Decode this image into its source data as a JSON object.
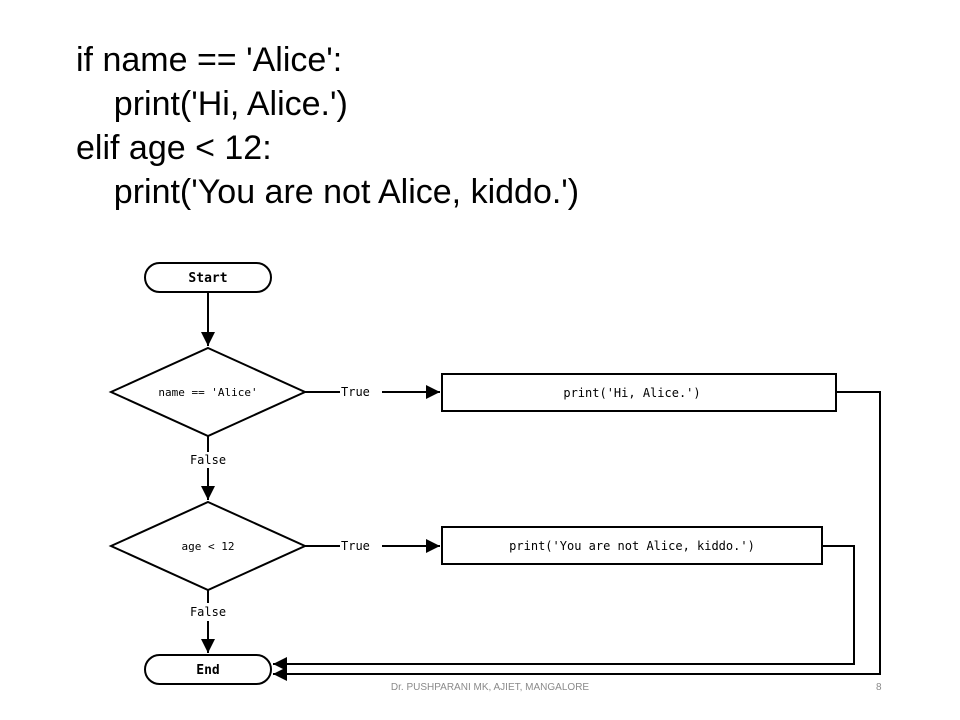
{
  "code": {
    "lines": [
      "if name == 'Alice':",
      "    print('Hi, Alice.')",
      "elif age < 12:",
      "    print('You are not Alice, kiddo.')"
    ]
  },
  "flowchart": {
    "start_label": "Start",
    "decision1_label": "name == 'Alice'",
    "decision2_label": "age < 12",
    "action1_label": "print('Hi, Alice.')",
    "action2_label": "print('You are not Alice, kiddo.')",
    "end_label": "End",
    "true_label_1": "True",
    "true_label_2": "True",
    "false_label_1": "False",
    "false_label_2": "False"
  },
  "footer": {
    "text": "Dr. PUSHPARANI MK, AJIET, MANGALORE",
    "page_number": "8"
  }
}
